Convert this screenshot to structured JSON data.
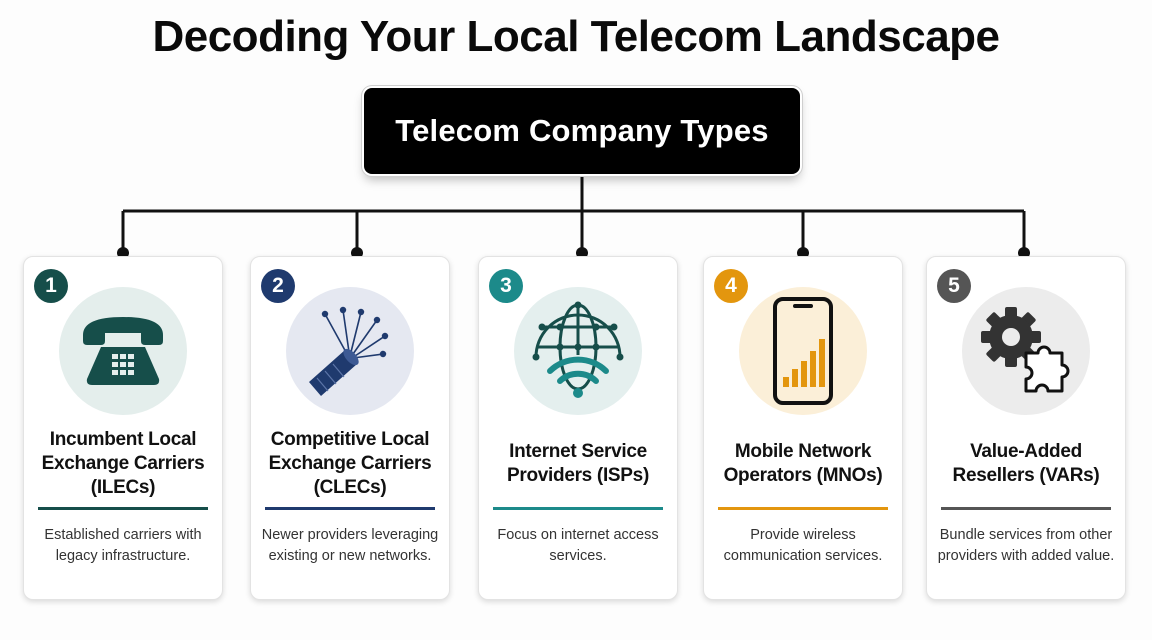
{
  "title": "Decoding Your Local Telecom Landscape",
  "root": {
    "label": "Telecom Company Types"
  },
  "colors": {
    "teal_dark": "#164e4a",
    "navy": "#1f3a6e",
    "teal": "#1c8a8a",
    "orange": "#e3960e",
    "gray": "#555555",
    "connector": "#111111"
  },
  "cards": [
    {
      "number": "1",
      "icon": "telephone-icon",
      "title": "Incumbent Local Exchange Carriers (ILECs)",
      "description": "Established carriers with legacy infrastructure.",
      "color": "#164e4a",
      "icon_bg": "#e4eeec"
    },
    {
      "number": "2",
      "icon": "fiber-cable-icon",
      "title": "Competitive Local Exchange Carriers (CLECs)",
      "description": "Newer providers leveraging existing or new networks.",
      "color": "#1f3a6e",
      "icon_bg": "#e5e8f1"
    },
    {
      "number": "3",
      "icon": "globe-wifi-icon",
      "title": "Internet Service Providers (ISPs)",
      "description": "Focus on internet access services.",
      "color": "#1c8a8a",
      "icon_bg": "#e4efee"
    },
    {
      "number": "4",
      "icon": "smartphone-signal-icon",
      "title": "Mobile Network Operators (MNOs)",
      "description": "Provide wireless communication services.",
      "color": "#e3960e",
      "icon_bg": "#fbefd8"
    },
    {
      "number": "5",
      "icon": "gear-puzzle-icon",
      "title": "Value-Added Resellers (VARs)",
      "description": "Bundle services from other providers with added value.",
      "color": "#555555",
      "icon_bg": "#ececec"
    }
  ]
}
